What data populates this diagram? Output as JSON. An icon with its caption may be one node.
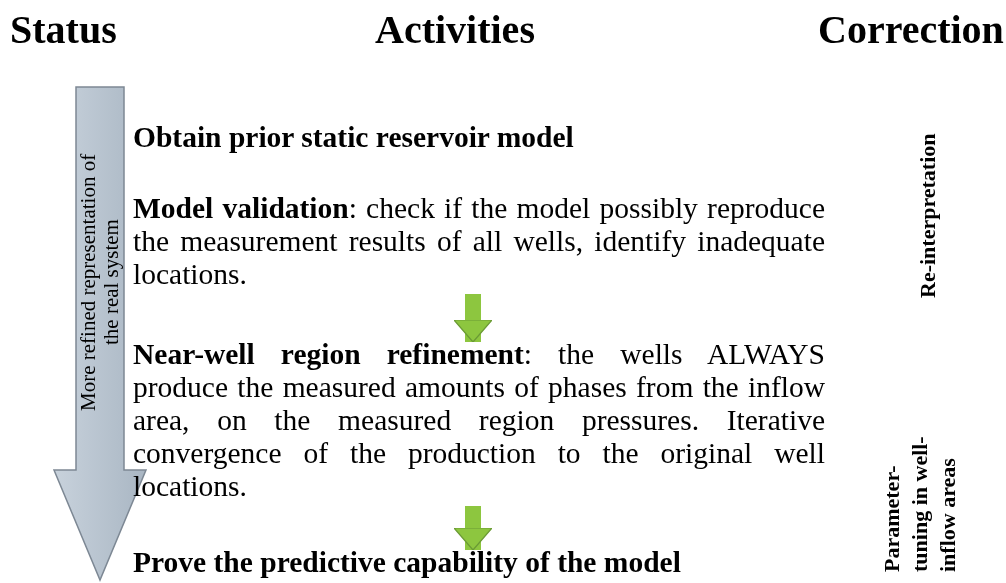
{
  "diagram": {
    "nodes": [
      {
        "text": [
          "More refined representation of the real system"
        ]
      },
      {
        "text": [
          "Obtain prior static reservoir model"
        ]
      },
      {
        "text": [
          "**Model validation**: check if the model possibly reproduce the measurement results of all wells, identify inadequate locations."
        ]
      },
      {
        "text": [
          "**Near-well region refinement**: the wells ALWAYS produce the measured amounts of phases from the inflow area, on the measured region pressures. Iterative convergence of the production to the original well locations."
        ]
      },
      {
        "text": [
          "Prove the predictive capability of the model"
        ]
      }
    ],
    "edges": [
      {
        "from": 2,
        "to": 3,
        "arrow": "to"
      },
      {
        "from": 3,
        "to": 4,
        "arrow": "to"
      }
    ],
    "labels": [
      "Status",
      "Activities",
      "Correction",
      "Re-interpretation",
      "Parameter- tuning in well- inflow areas"
    ]
  }
}
